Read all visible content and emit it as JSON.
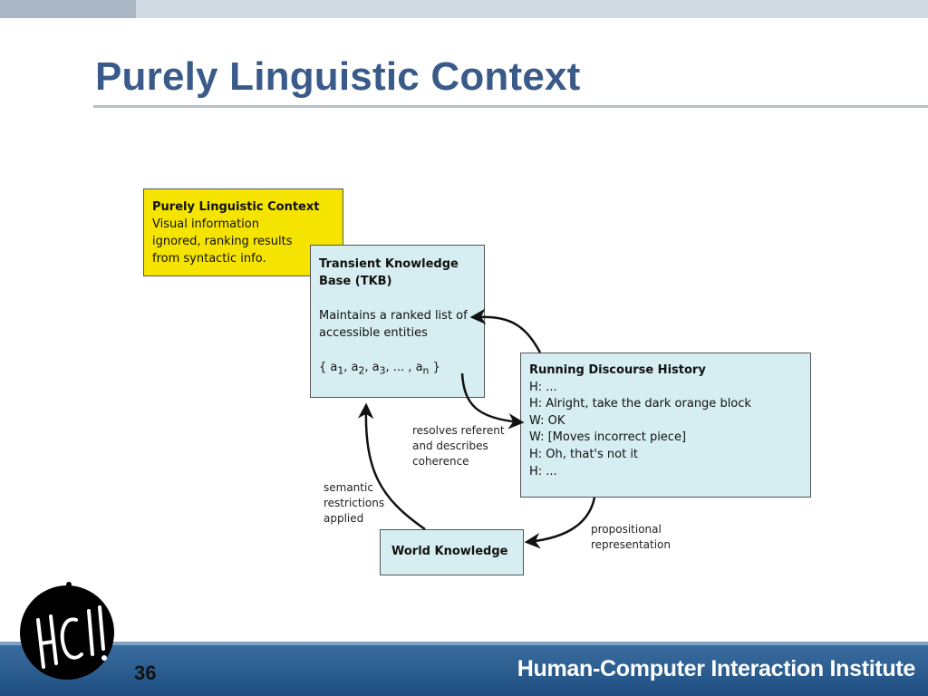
{
  "slide": {
    "title": "Purely Linguistic Context",
    "page_number": "36",
    "footer_text": "Human-Computer Interaction Institute",
    "logo_text": "HCII"
  },
  "diagram": {
    "yellow_box": {
      "heading": "Purely Linguistic Context",
      "lines": [
        "Visual information",
        "ignored, ranking results",
        "from syntactic info."
      ]
    },
    "tkb_box": {
      "heading_line1": "Transient Knowledge",
      "heading_line2": "Base (TKB)",
      "desc_line1": "Maintains a ranked list of",
      "desc_line2": "accessible entities",
      "set_open": "{ a",
      "sub1": "1",
      "sep1": ", a",
      "sub2": "2",
      "sep2": ", a",
      "sub3": "3",
      "sep3": ", ... , a",
      "subn": "n",
      "set_close": " }"
    },
    "rdh_box": {
      "heading": "Running Discourse History",
      "lines": [
        "H: ...",
        "H: Alright, take the dark orange block",
        "W: OK",
        "W: [Moves incorrect piece]",
        "H: Oh, that's not it",
        "H: ..."
      ]
    },
    "wk_box": {
      "label": "World Knowledge"
    },
    "labels": {
      "resolves": [
        "resolves referent",
        "and describes",
        "coherence"
      ],
      "semantic": [
        "semantic",
        "restrictions",
        "applied"
      ],
      "propositional": [
        "propositional",
        "representation"
      ]
    }
  }
}
